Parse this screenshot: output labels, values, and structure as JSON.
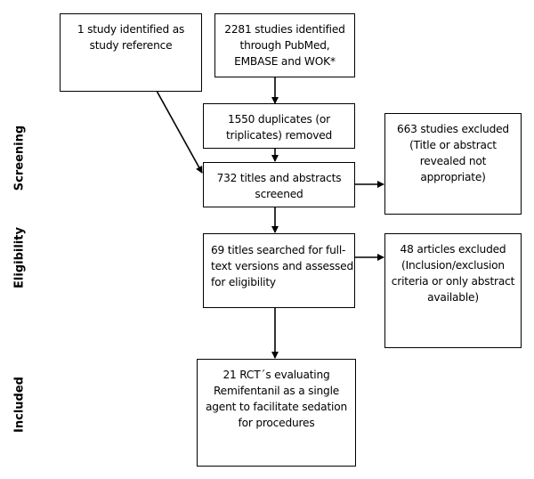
{
  "stages": {
    "screening": "Screening",
    "eligibility": "Eligibility",
    "included": "Included"
  },
  "boxes": {
    "reference": {
      "lines": [
        "1 study identified as",
        "study reference"
      ]
    },
    "identified": {
      "lines": [
        "2281 studies identified",
        "through PubMed,",
        "EMBASE and WOK*"
      ]
    },
    "duplicates": {
      "lines": [
        "1550 duplicates (or",
        "triplicates) removed"
      ]
    },
    "screened": {
      "lines": [
        "732 titles and abstracts",
        "screened"
      ]
    },
    "excluded_screening": {
      "lines": [
        "663 studies excluded",
        "(Title or abstract",
        "revealed not",
        "appropriate)"
      ]
    },
    "fulltext": {
      "lines": [
        "69 titles searched for full-",
        "text versions and assessed",
        "for eligibility"
      ]
    },
    "excluded_eligibility": {
      "lines": [
        "48 articles excluded",
        "(Inclusion/exclusion",
        "criteria or only abstract",
        "available)"
      ]
    },
    "included": {
      "lines": [
        "21 RCT´s evaluating",
        "Remifentanil as a single",
        "agent to facilitate sedation",
        "for procedures"
      ]
    }
  }
}
